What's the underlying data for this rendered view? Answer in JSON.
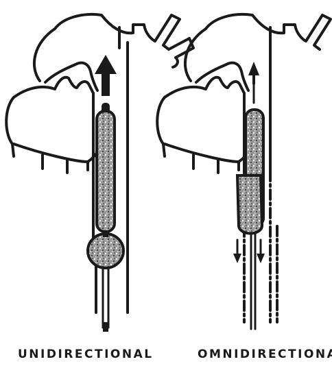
{
  "panels": [
    {
      "id": "left",
      "label": "UNIDIRECTIONAL"
    },
    {
      "id": "right",
      "label": "OMNIDIRECTIONAL"
    }
  ]
}
